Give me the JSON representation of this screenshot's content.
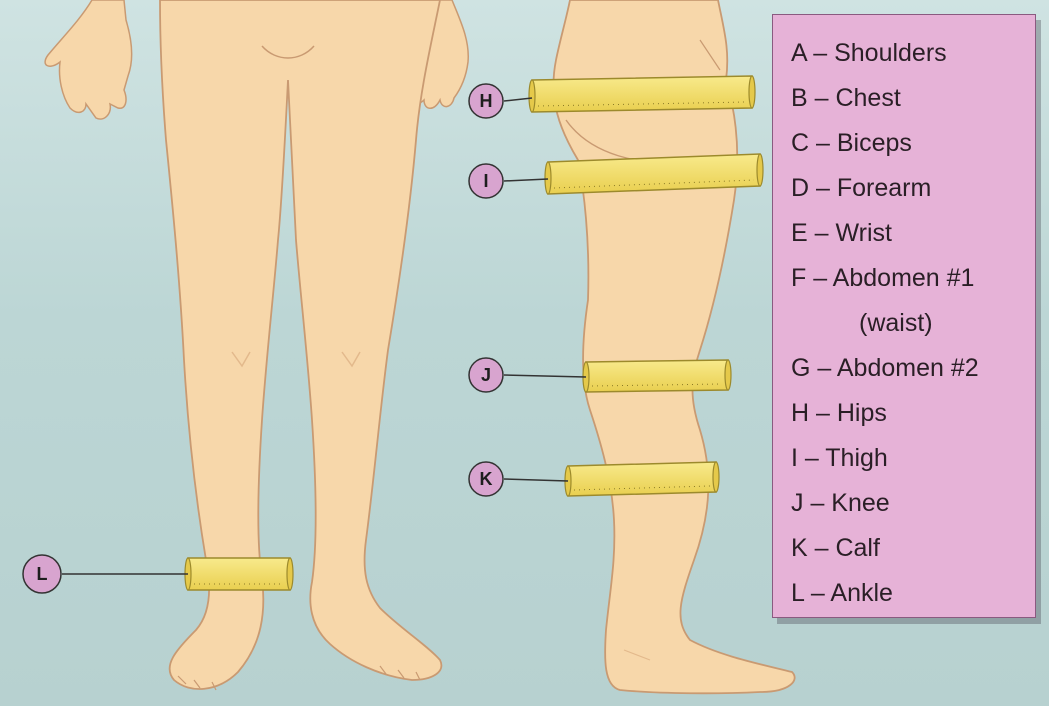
{
  "callouts": [
    {
      "id": "H",
      "label": "H"
    },
    {
      "id": "I",
      "label": "I"
    },
    {
      "id": "J",
      "label": "J"
    },
    {
      "id": "K",
      "label": "K"
    },
    {
      "id": "L",
      "label": "L"
    }
  ],
  "legend": {
    "items": [
      "A – Shoulders",
      "B – Chest",
      "C – Biceps",
      "D – Forearm",
      "E – Wrist",
      "F – Abdomen #1",
      "(waist)",
      "G – Abdomen #2",
      "H – Hips",
      "I  – Thigh",
      "J – Knee",
      "K – Calf",
      "L – Ankle"
    ]
  },
  "colors": {
    "skin": "#f7d7aa",
    "skin_outline": "#c99a72",
    "tape": "#f3e06e",
    "tape_edge": "#9c8a2c",
    "callout_fill": "#d8a4cf",
    "legend_bg": "#e6b2d7"
  }
}
